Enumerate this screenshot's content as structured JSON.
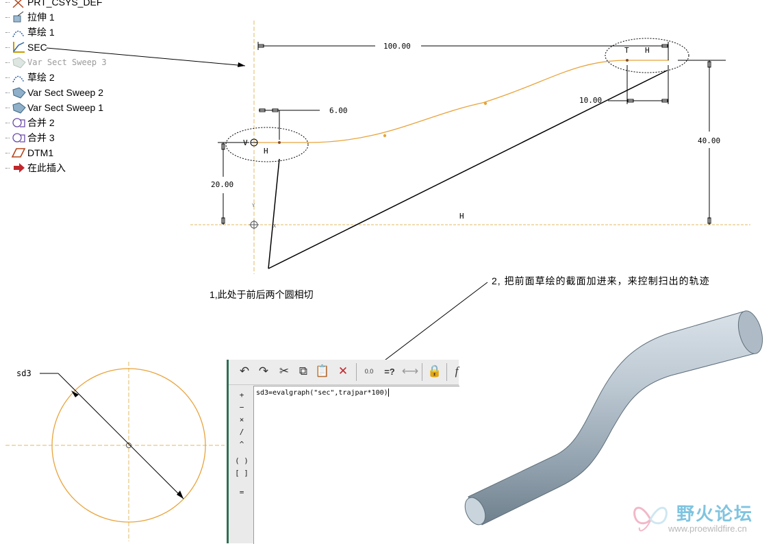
{
  "model_tree": {
    "items": [
      {
        "label": "PRT_CSYS_DEF",
        "icon": "csys-icon"
      },
      {
        "label": "拉伸 1",
        "icon": "extrude-icon"
      },
      {
        "label": "草绘 1",
        "icon": "sketch-icon"
      },
      {
        "label": "SEC",
        "icon": "graph-icon"
      },
      {
        "label": "Var Sect Sweep 3",
        "icon": "var-sweep-icon"
      },
      {
        "label": "草绘 2",
        "icon": "sketch-icon"
      },
      {
        "label": "Var Sect Sweep 2",
        "icon": "var-sweep-icon"
      },
      {
        "label": "Var Sect Sweep 1",
        "icon": "var-sweep-icon"
      },
      {
        "label": "合并 2",
        "icon": "merge-icon"
      },
      {
        "label": "合并 3",
        "icon": "merge-icon"
      },
      {
        "label": "DTM1",
        "icon": "datum-plane-icon"
      },
      {
        "label": "在此插入",
        "icon": "insert-arrow-icon"
      }
    ]
  },
  "sketch": {
    "dim_length": "100.00",
    "dim_end_tangent": "10.00",
    "dim_start_tangent": "6.00",
    "dim_height": "40.00",
    "dim_start_height": "20.00",
    "label_v": "V",
    "label_h_start": "H",
    "label_t": "T",
    "label_h_end": "H",
    "label_h_baseline": "H",
    "label_y": "Y",
    "label_x": "X",
    "curve_color": "#e8a33a"
  },
  "section": {
    "label": "sd3",
    "circle_color": "#e8a33a"
  },
  "annotations": {
    "note1": "1,此处于前后两个圆相切",
    "note2": "2, 把前面草绘的截面加进来，来控制扫出的轨迹"
  },
  "relations": {
    "toolbar": {
      "undo_icon": "undo-icon",
      "redo_icon": "redo-icon",
      "cut_icon": "cut-icon",
      "copy_icon": "copy-icon",
      "paste_icon": "paste-icon",
      "delete_icon": "delete-icon",
      "sort_label": "0.0",
      "evaluate_label": "=?",
      "dimension_icon": "dimension-icon",
      "function_label": "f"
    },
    "operators": [
      "+",
      "−",
      "×",
      "/",
      "^",
      "( )",
      "[ ]",
      "="
    ],
    "text": "sd3=evalgraph(\"sec\",trajpar*100)"
  },
  "watermark": {
    "title": "野火论坛",
    "url": "www.proewildfire.cn"
  }
}
